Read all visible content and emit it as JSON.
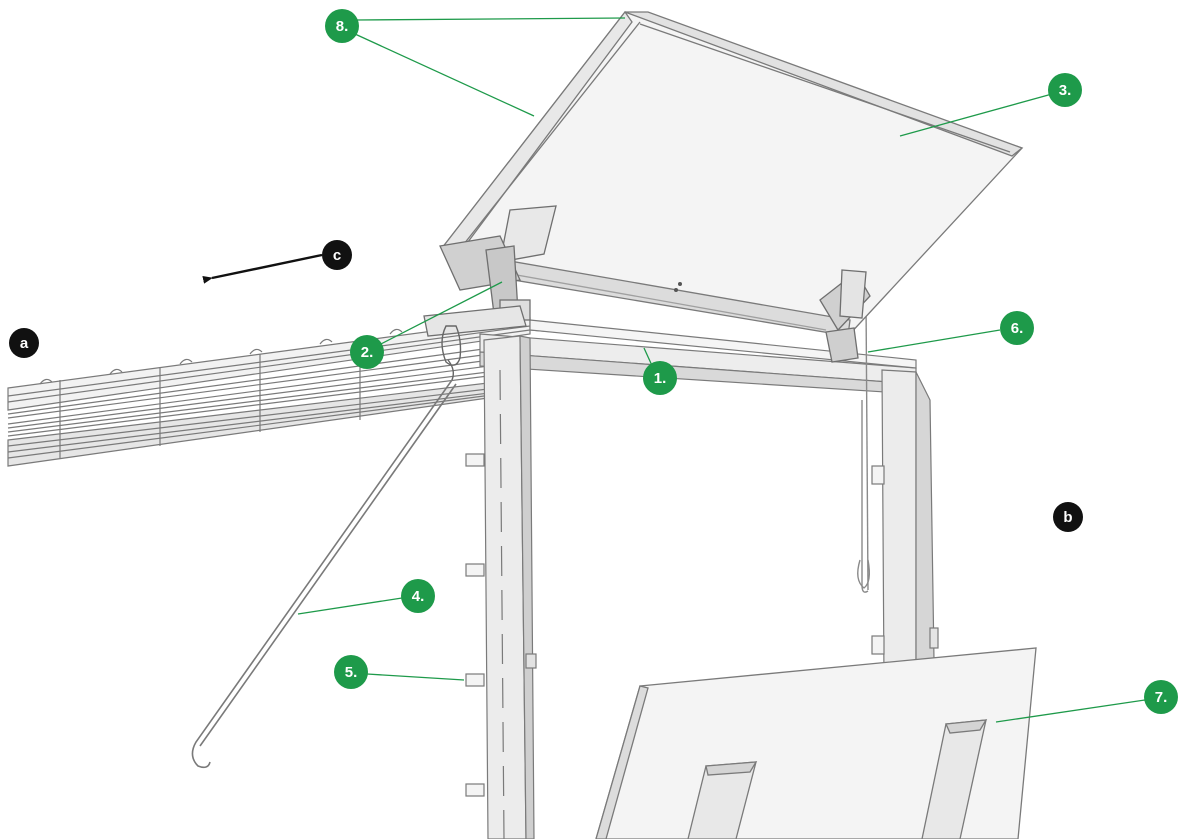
{
  "colors": {
    "callout_green": "#1e9a4a",
    "callout_black": "#111111",
    "leader_line": "#1e9a4a",
    "metal_fill": "#eeeeee",
    "metal_shade": "#d6d6d6",
    "metal_stroke": "#7a7a7a"
  },
  "callouts": {
    "c1": "1.",
    "c2": "2.",
    "c3": "3.",
    "c4": "4.",
    "c5": "5.",
    "c6": "6.",
    "c7": "7.",
    "c8": "8.",
    "a": "a",
    "b": "b",
    "c": "c"
  }
}
